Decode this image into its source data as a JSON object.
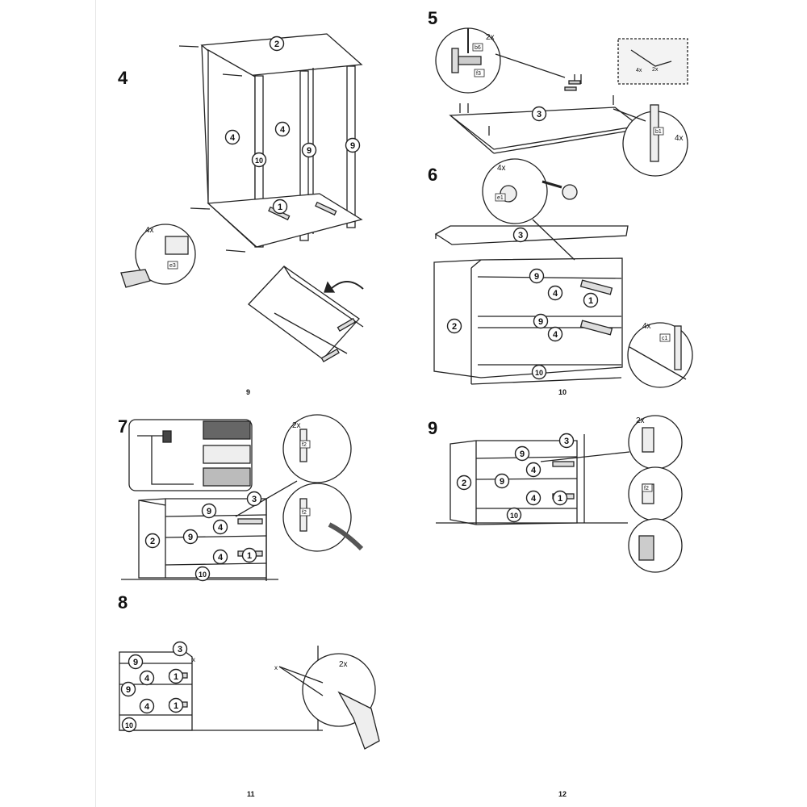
{
  "steps": [
    {
      "number": "4"
    },
    {
      "number": "5"
    },
    {
      "number": "6"
    },
    {
      "number": "7"
    },
    {
      "number": "8"
    },
    {
      "number": "9"
    }
  ],
  "page_numbers": [
    "9",
    "10",
    "11",
    "12"
  ],
  "quantities": {
    "q4": "4x",
    "q5a": "2x",
    "q5b": "4x",
    "q5c": "4x",
    "q5d": "2x",
    "q6a": "4x",
    "q6b": "4x",
    "q7": "2x",
    "q8": "2x",
    "q9": "2x"
  },
  "part_codes": {
    "e3": "e3",
    "b6": "b6",
    "f3": "f3",
    "b1": "b1",
    "e1": "e1",
    "c1": "c1",
    "f2": "f2",
    "x": "x"
  },
  "parts": {
    "p1": "1",
    "p2": "2",
    "p3": "3",
    "p4": "4",
    "p9": "9",
    "p10": "10"
  }
}
